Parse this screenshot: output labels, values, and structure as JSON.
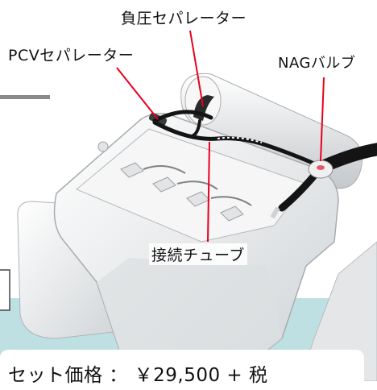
{
  "labels": {
    "negative_pressure_separator": "負圧セパレーター",
    "pcv_separator": "PCVセパレーター",
    "nag_valve": "NAGバルブ",
    "connection_tube": "接続チューブ"
  },
  "price": {
    "text": "セット価格 ： ￥29,500 + 税"
  },
  "colors": {
    "leader_line": "#e8001c",
    "band": "#bfe0e2",
    "engine": "#f2f2f2",
    "engine_shadow": "#c9cccf",
    "hose": "#141414"
  }
}
